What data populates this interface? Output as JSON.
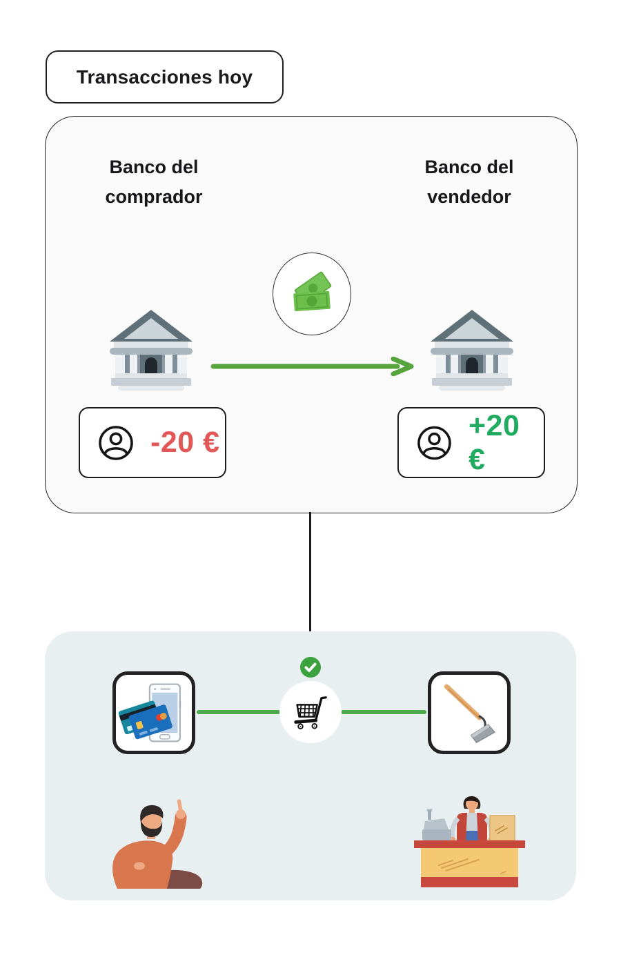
{
  "title": {
    "label": "Transacciones hoy"
  },
  "banks": {
    "buyer": {
      "line1": "Banco del",
      "line2": "comprador",
      "amount": "-20 €"
    },
    "seller": {
      "line1": "Banco del",
      "line2": "vendedor",
      "amount": "+20 €"
    }
  },
  "icons": {
    "money_transfer": "banknotes-icon",
    "buyer_bank": "bank-building-icon",
    "seller_bank": "bank-building-icon",
    "buyer_account": "user-circle-icon",
    "seller_account": "user-circle-icon",
    "transfer_arrow": "arrow-right-icon",
    "purchase_confirmed": "check-circle-icon",
    "purchase": "shopping-cart-icon",
    "payment_method": "phone-credit-cards-icon",
    "product": "garden-hoe-icon",
    "buyer_person": "buyer-pointing-illustration",
    "seller_person": "cashier-counter-illustration"
  },
  "colors": {
    "debit_red": "#e25757",
    "credit_green": "#20ab61",
    "arrow_green": "#55a43c",
    "connector_green": "#4cab4c",
    "check_green": "#3ba23e",
    "panel_bg": "#e8eff1",
    "card_bg": "#fafafa"
  }
}
